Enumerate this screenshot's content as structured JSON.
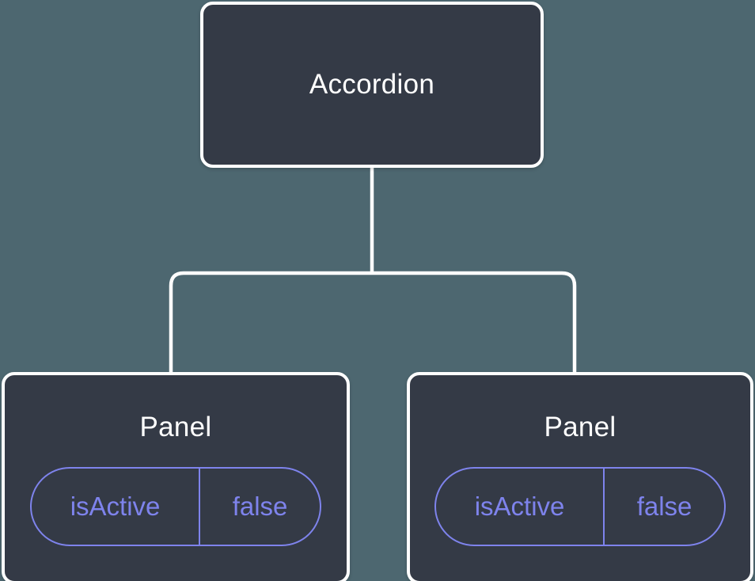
{
  "colors": {
    "background": "#4d6770",
    "card_fill": "#343a46",
    "card_border": "#ffffff",
    "connector": "#ffffff",
    "state_accent": "#7e83ec",
    "title_text": "#ffffff"
  },
  "tree": {
    "root": {
      "label": "Accordion"
    },
    "children": [
      {
        "label": "Panel",
        "state": {
          "name": "isActive",
          "value": "false"
        }
      },
      {
        "label": "Panel",
        "state": {
          "name": "isActive",
          "value": "false"
        }
      }
    ]
  }
}
